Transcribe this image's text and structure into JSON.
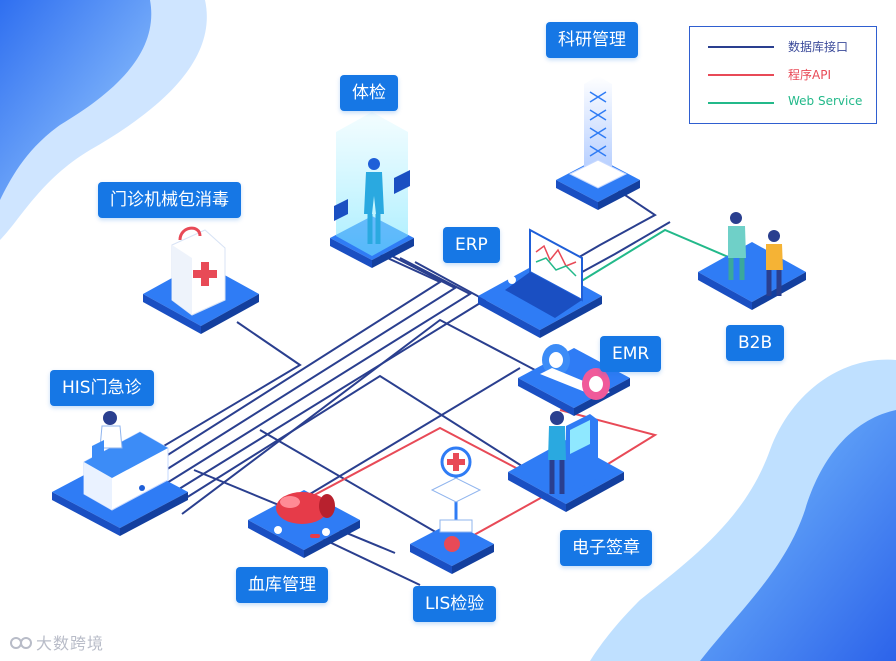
{
  "colors": {
    "database": "#2a3f8f",
    "api": "#e84a57",
    "web": "#23b98a",
    "label_bg": "#1677e5",
    "platform": "#1f5fd8"
  },
  "legend": [
    {
      "label": "数据库接口",
      "color": "#2a3f8f",
      "text_color": "#3b4a9a"
    },
    {
      "label": "程序API",
      "color": "#e84a57",
      "text_color": "#e84a57"
    },
    {
      "label": "Web Service",
      "color": "#23b98a",
      "text_color": "#23b98a"
    }
  ],
  "nodes": {
    "research": {
      "label": "科研管理",
      "icon": "server-tower-icon"
    },
    "checkup": {
      "label": "体检",
      "icon": "body-scan-icon"
    },
    "sterilize": {
      "label": "门诊机械包消毒",
      "icon": "medical-bag-icon"
    },
    "erp": {
      "label": "ERP",
      "icon": "laptop-chart-icon"
    },
    "b2b": {
      "label": "B2B",
      "icon": "doctor-patient-icon"
    },
    "emr": {
      "label": "EMR",
      "icon": "ct-scanner-icon"
    },
    "his": {
      "label": "HIS门急诊",
      "icon": "reception-desk-icon"
    },
    "esign": {
      "label": "电子签章",
      "icon": "kiosk-user-icon"
    },
    "blood": {
      "label": "血库管理",
      "icon": "blood-capsule-icon"
    },
    "lis": {
      "label": "LIS检验",
      "icon": "lab-test-icon"
    }
  },
  "watermark": "大数跨境"
}
